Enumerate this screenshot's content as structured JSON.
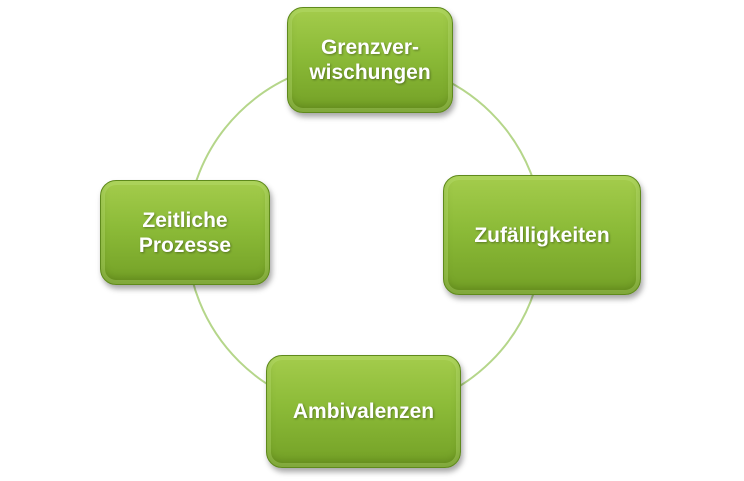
{
  "colors": {
    "ring": "#b5d68a",
    "node": "#8cbb38"
  },
  "nodes": [
    {
      "label": "Grenzver-\nwischungen"
    },
    {
      "label": "Zufälligkeiten"
    },
    {
      "label": "Ambivalenzen"
    },
    {
      "label": "Zeitliche\nProzesse"
    }
  ]
}
